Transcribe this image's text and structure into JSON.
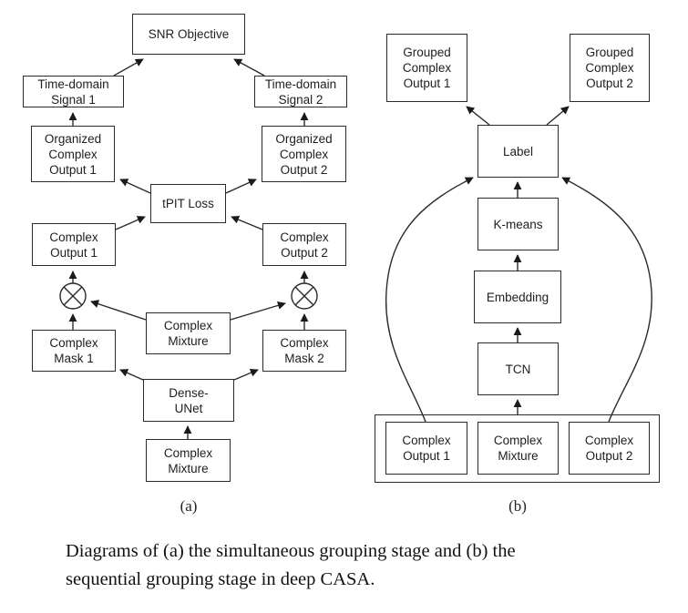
{
  "diagram_a": {
    "label": "(a)",
    "nodes": {
      "snr_objective": "SNR Objective",
      "time_signal_1": "Time-domain\nSignal 1",
      "time_signal_2": "Time-domain\nSignal 2",
      "organized_output_1": "Organized\nComplex\nOutput 1",
      "organized_output_2": "Organized\nComplex\nOutput 2",
      "tpit_loss": "tPIT Loss",
      "complex_output_1": "Complex\nOutput 1",
      "complex_output_2": "Complex\nOutput 2",
      "multiply_1": "⊗",
      "multiply_2": "⊗",
      "complex_mixture_mid": "Complex\nMixture",
      "complex_mask_1": "Complex\nMask 1",
      "complex_mask_2": "Complex\nMask 2",
      "dense_unet": "Dense-\nUNet",
      "complex_mixture_input": "Complex\nMixture"
    },
    "edges": [
      [
        "time_signal_1",
        "snr_objective"
      ],
      [
        "time_signal_2",
        "snr_objective"
      ],
      [
        "organized_output_1",
        "time_signal_1"
      ],
      [
        "organized_output_2",
        "time_signal_2"
      ],
      [
        "tpit_loss",
        "organized_output_1"
      ],
      [
        "tpit_loss",
        "organized_output_2"
      ],
      [
        "complex_output_1",
        "tpit_loss"
      ],
      [
        "complex_output_2",
        "tpit_loss"
      ],
      [
        "multiply_1",
        "complex_output_1"
      ],
      [
        "multiply_2",
        "complex_output_2"
      ],
      [
        "complex_mixture_mid",
        "multiply_1"
      ],
      [
        "complex_mixture_mid",
        "multiply_2"
      ],
      [
        "complex_mask_1",
        "multiply_1"
      ],
      [
        "complex_mask_2",
        "multiply_2"
      ],
      [
        "dense_unet",
        "complex_mask_1"
      ],
      [
        "dense_unet",
        "complex_mask_2"
      ],
      [
        "complex_mixture_input",
        "dense_unet"
      ]
    ]
  },
  "diagram_b": {
    "label": "(b)",
    "nodes": {
      "grouped_output_1": "Grouped\nComplex\nOutput 1",
      "grouped_output_2": "Grouped\nComplex\nOutput 2",
      "label": "Label",
      "kmeans": "K-means",
      "embedding": "Embedding",
      "tcn": "TCN",
      "input_complex_output_1": "Complex\nOutput 1",
      "input_complex_mixture": "Complex\nMixture",
      "input_complex_output_2": "Complex\nOutput 2"
    },
    "edges": [
      [
        "label",
        "grouped_output_1"
      ],
      [
        "label",
        "grouped_output_2"
      ],
      [
        "kmeans",
        "label"
      ],
      [
        "embedding",
        "kmeans"
      ],
      [
        "tcn",
        "embedding"
      ],
      [
        "input_group",
        "tcn"
      ],
      [
        "input_complex_output_1",
        "label"
      ],
      [
        "input_complex_output_2",
        "label"
      ]
    ]
  },
  "caption": {
    "line1": "Diagrams of (a) the simultaneous grouping stage and (b) the",
    "line2": "sequential grouping stage in deep CASA."
  }
}
